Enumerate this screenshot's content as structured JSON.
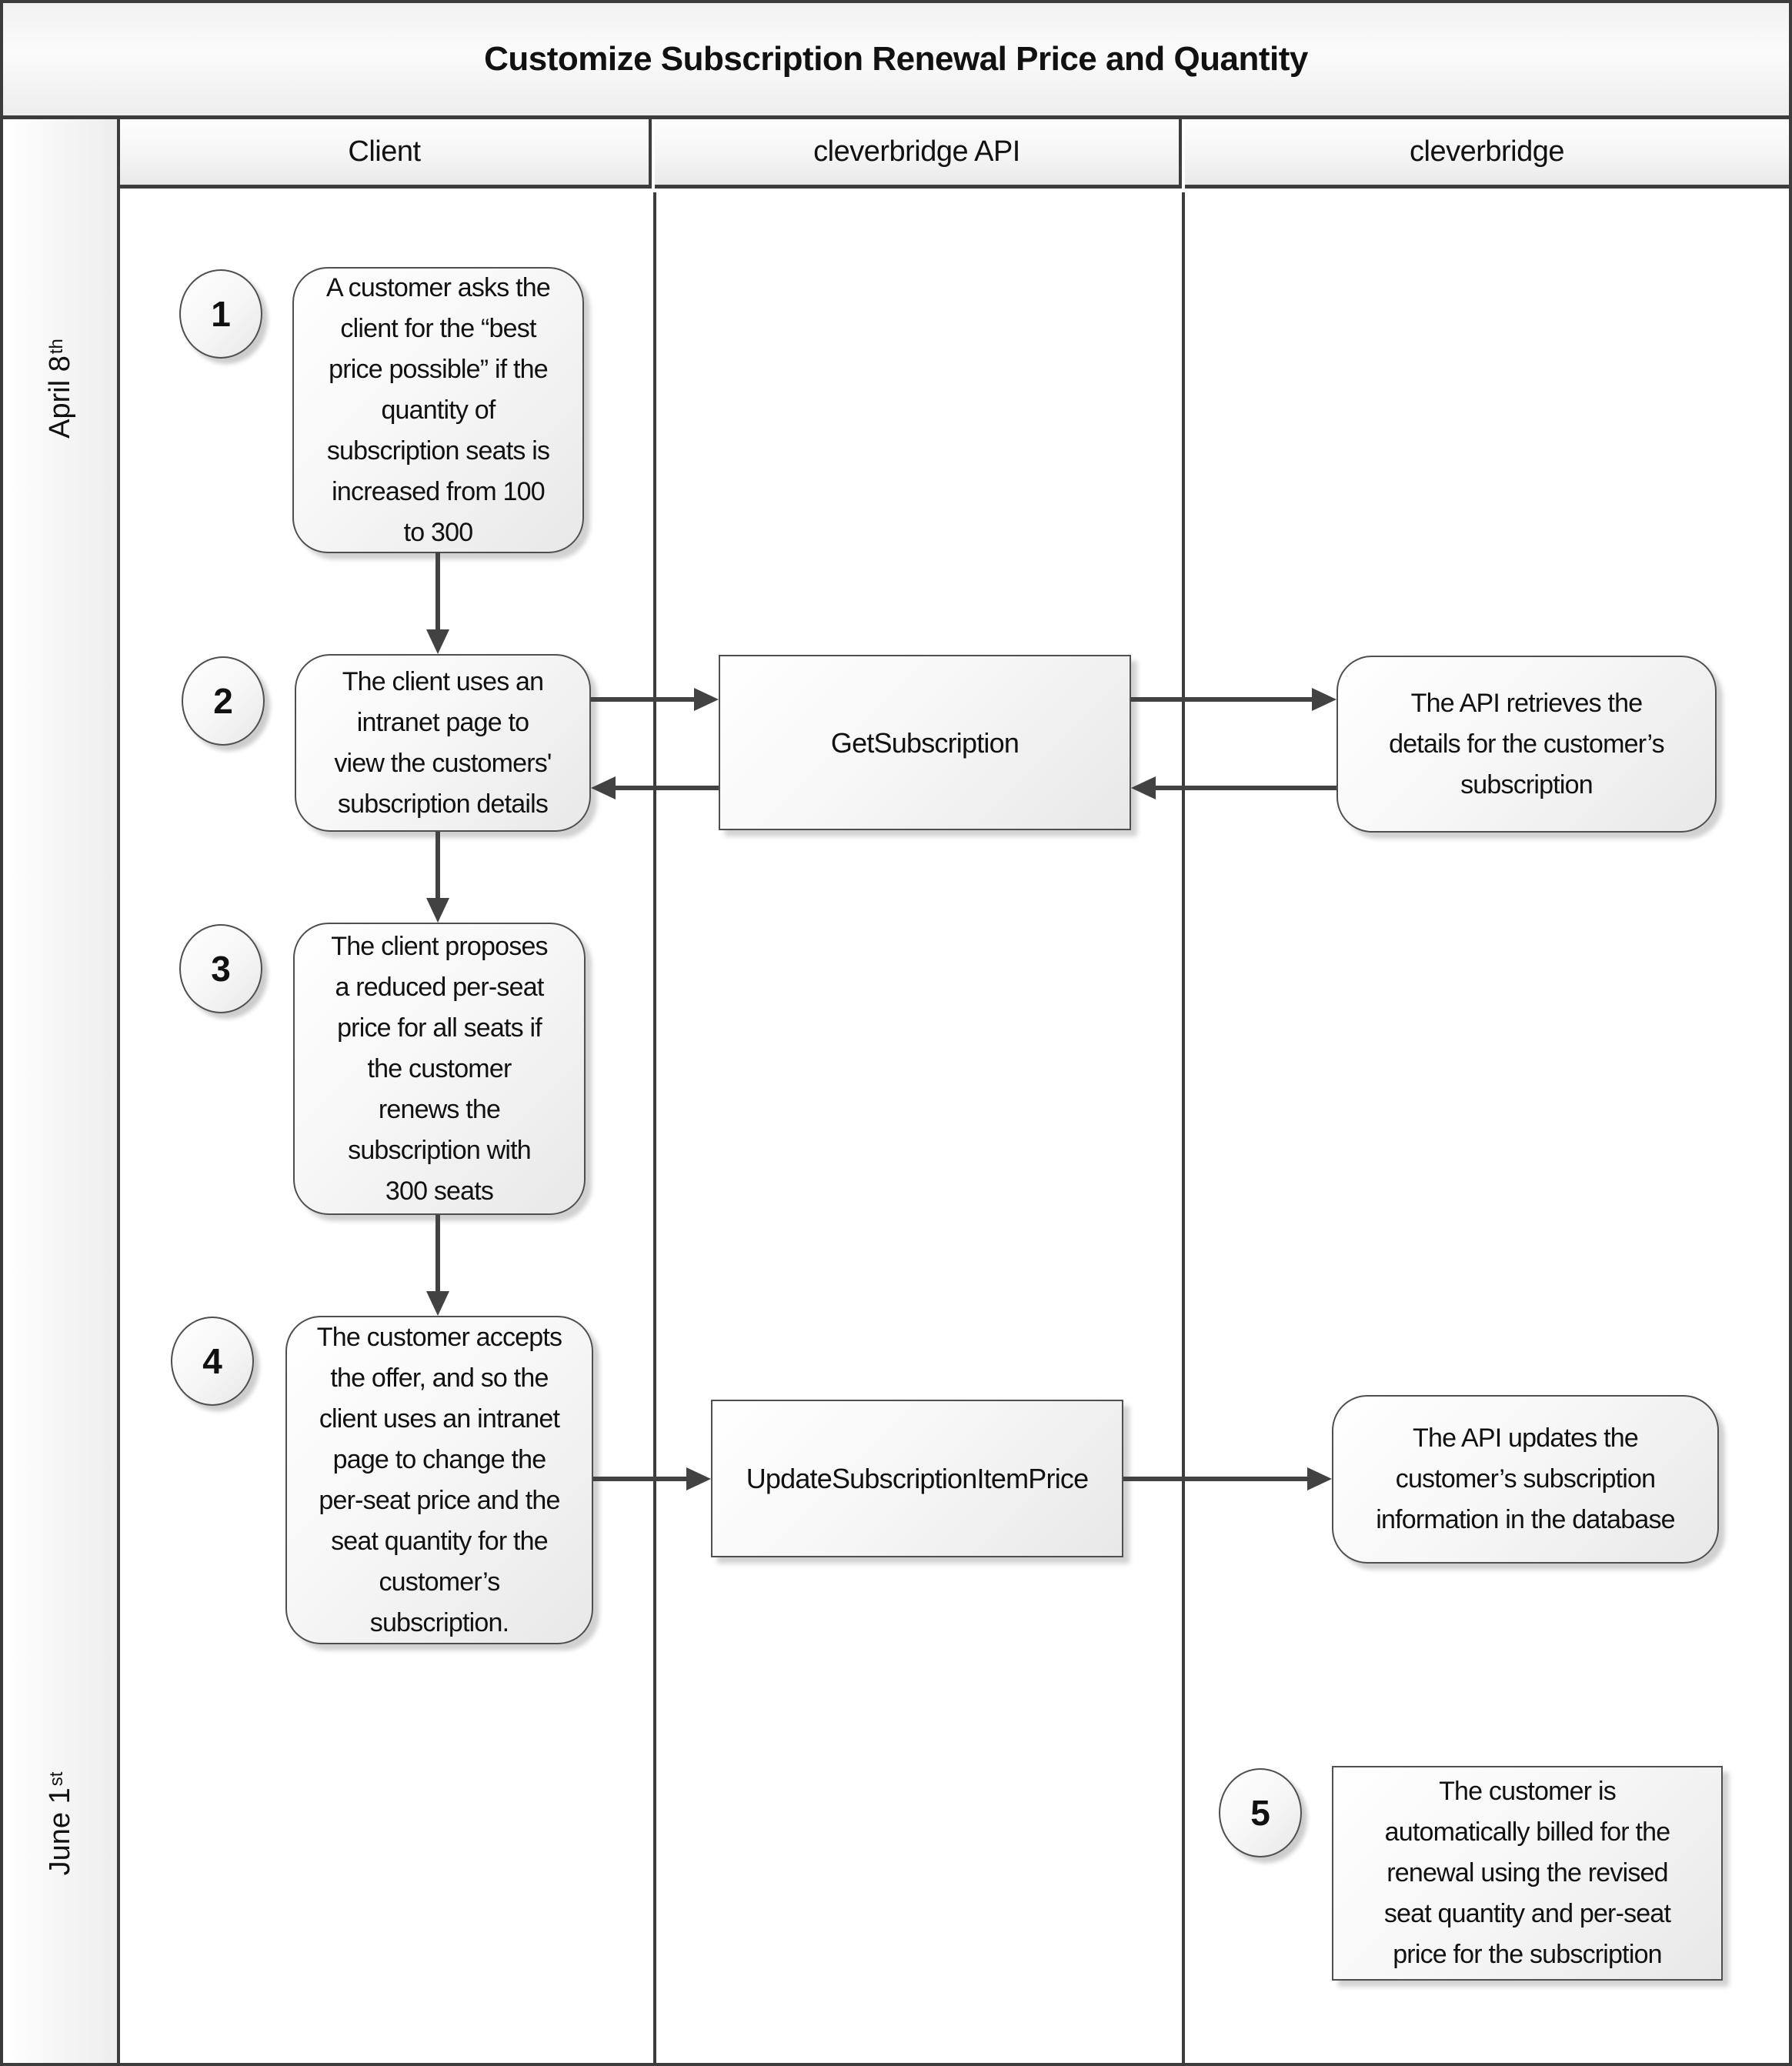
{
  "title": "Customize Subscription Renewal Price and Quantity",
  "lanes": {
    "client": "Client",
    "api": "cleverbridge API",
    "cleverbridge": "cleverbridge"
  },
  "phases": {
    "april": {
      "label": "April 8",
      "sup": "th"
    },
    "june": {
      "label": "June 1",
      "sup": "st"
    }
  },
  "steps": {
    "s1": {
      "num": "1",
      "text": "A customer asks the\nclient for the “best\nprice possible” if the\nquantity of\nsubscription seats is\nincreased from 100\nto 300"
    },
    "s2": {
      "num": "2",
      "text": "The client uses an\nintranet page to\nview the customers'\nsubscription details"
    },
    "s3": {
      "num": "3",
      "text": "The client proposes\na reduced per-seat\nprice for all seats if\nthe customer\nrenews the\nsubscription with\n300 seats"
    },
    "s4": {
      "num": "4",
      "text": "The customer accepts\nthe offer, and so the\nclient uses an intranet\npage to change the\nper-seat price and the\nseat quantity for the\ncustomer’s\nsubscription."
    },
    "s5": {
      "num": "5",
      "text": "The customer is\nautomatically billed for the\nrenewal using the revised\nseat quantity and per-seat\nprice for the subscription"
    }
  },
  "api_calls": {
    "get": "GetSubscription",
    "update": "UpdateSubscriptionItemPrice"
  },
  "system": {
    "retrieve": "The API retrieves the\ndetails for the customer’s\nsubscription",
    "update": "The API updates the\ncustomer’s subscription\ninformation in the database"
  }
}
